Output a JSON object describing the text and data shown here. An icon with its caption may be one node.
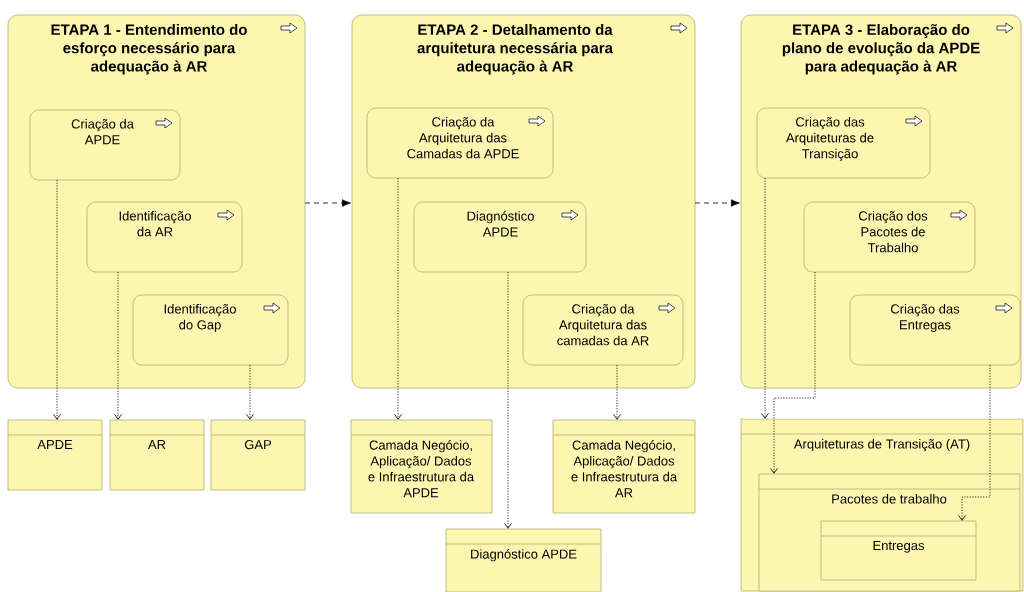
{
  "diagram": {
    "nodes": [
      {
        "text": [
          "ETAPA 1 - Entendimento do esforço necessário para adequação à AR"
        ]
      },
      {
        "text": [
          "Criação da APDE"
        ],
        "in": 0
      },
      {
        "text": [
          "Identificação da AR"
        ],
        "in": 0
      },
      {
        "text": [
          "Identificação do Gap"
        ],
        "in": 0
      },
      {
        "text": [
          "ETAPA 2 - Detalhamento da arquitetura necessária para adequação à AR"
        ]
      },
      {
        "text": [
          "Criação da Arquitetura das Camadas da APDE"
        ],
        "in": 4
      },
      {
        "text": [
          "Diagnóstico APDE"
        ],
        "in": 4
      },
      {
        "text": [
          "Criação da Arquitetura das camadas da AR"
        ],
        "in": 4
      },
      {
        "text": [
          "ETAPA 3 - Elaboração do plano de evolução da APDE para adequação à AR"
        ]
      },
      {
        "text": [
          "Criação das Arquiteturas de Transição"
        ],
        "in": 8
      },
      {
        "text": [
          "Criação dos Pacotes de Trabalho"
        ],
        "in": 8
      },
      {
        "text": [
          "Criação das Entregas"
        ],
        "in": 8
      },
      {
        "text": [
          "APDE"
        ]
      },
      {
        "text": [
          "AR"
        ]
      },
      {
        "text": [
          "GAP"
        ]
      },
      {
        "text": [
          "Camada Negócio, Aplicação/ Dados e Infraestrutura da APDE"
        ]
      },
      {
        "text": [
          "Diagnóstico APDE"
        ]
      },
      {
        "text": [
          "Camada Negócio, Aplicação/ Dados e Infraestrutura da AR"
        ]
      },
      {
        "text": [
          "Arquiteturas de Transição (AT)"
        ]
      },
      {
        "text": [
          "Pacotes de trabalho"
        ],
        "in": 18
      },
      {
        "text": [
          "Entregas"
        ],
        "in": 19
      }
    ],
    "edges": [
      {
        "from": 0,
        "to": 4,
        "arrow": "to",
        "style": "dashed"
      },
      {
        "from": 4,
        "to": 8,
        "arrow": "to",
        "style": "dashed"
      },
      {
        "from": 1,
        "to": 12,
        "arrow": "to"
      },
      {
        "from": 2,
        "to": 13,
        "arrow": "to"
      },
      {
        "from": 3,
        "to": 14,
        "arrow": "to"
      },
      {
        "from": 5,
        "to": 15,
        "arrow": "to"
      },
      {
        "from": 6,
        "to": 16,
        "arrow": "to"
      },
      {
        "from": 7,
        "to": 17,
        "arrow": "to"
      },
      {
        "from": 9,
        "to": 18,
        "arrow": "to"
      },
      {
        "from": 10,
        "to": 19,
        "arrow": "to"
      },
      {
        "from": 11,
        "to": 20,
        "arrow": "to"
      }
    ]
  }
}
